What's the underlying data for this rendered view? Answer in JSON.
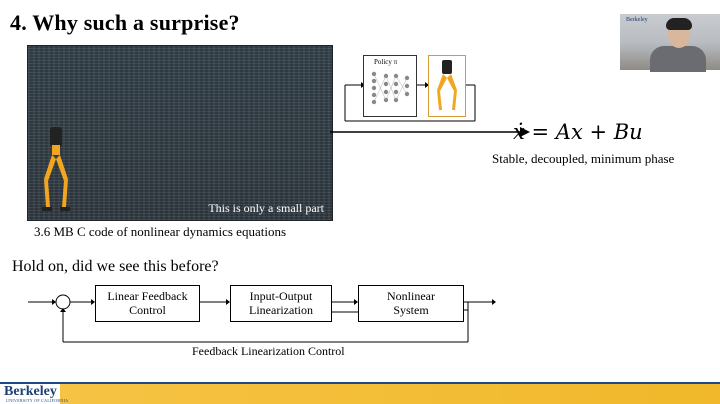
{
  "slide": {
    "title": "4. Why such a surprise?",
    "code_caption": "This is only a small part",
    "code_subtitle": "3.6 MB C code of nonlinear dynamics equations",
    "policy_label": "Policy π",
    "equation": "ẋ = Ax + Bu",
    "equation_desc": "Stable, decoupled, minimum phase",
    "question": "Hold on, did we see this before?",
    "blocks": {
      "b1_line1": "Linear Feedback",
      "b1_line2": "Control",
      "b2_line1": "Input-Output",
      "b2_line2": "Linearization",
      "b3_line1": "Nonlinear",
      "b3_line2": "System"
    },
    "block_caption": "Feedback Linearization Control"
  },
  "webcam": {
    "tag": "Berkeley"
  },
  "footer": {
    "logo": "Berkeley",
    "logo_sub": "UNIVERSITY OF CALIFORNIA"
  },
  "colors": {
    "gold": "#f0b82a",
    "berkeley_blue": "#1c4a86"
  }
}
